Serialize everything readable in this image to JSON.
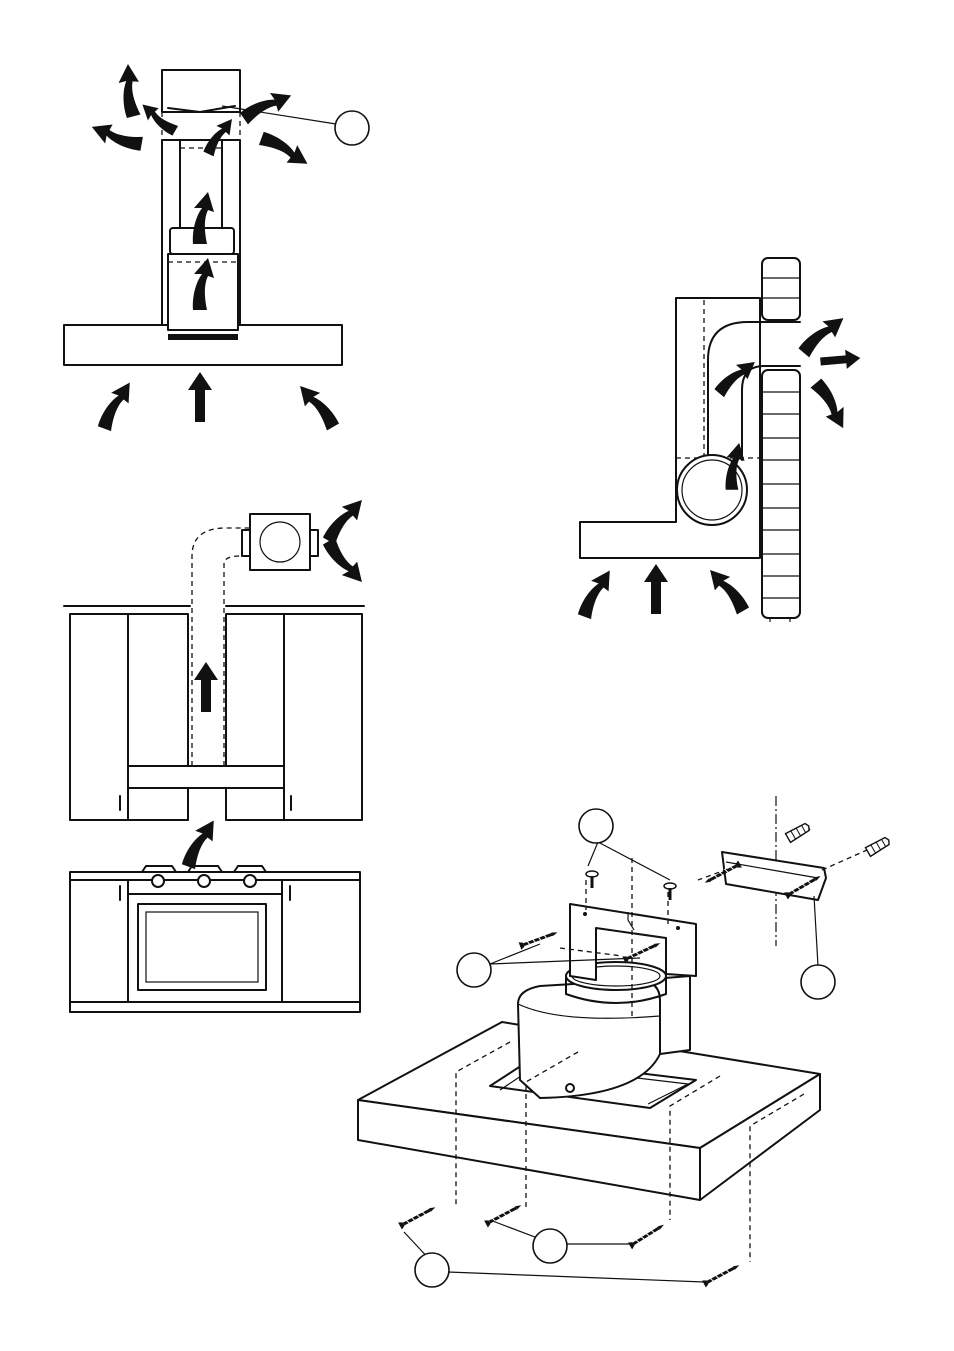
{
  "figures": [
    {
      "id": "chimney-recirculation",
      "description_visible": false
    },
    {
      "id": "wall-extraction",
      "description_visible": false
    },
    {
      "id": "cabinet-ducted-extraction",
      "description_visible": false
    },
    {
      "id": "hood-installation-exploded",
      "description_visible": false
    }
  ],
  "callouts": {
    "count": 6,
    "labels": [
      "",
      "",
      "",
      "",
      "",
      ""
    ]
  },
  "colors": {
    "ink": "#111111",
    "paper": "#ffffff"
  },
  "icons": [
    "airflow-arrow-icon",
    "screw-icon",
    "wall-plug-icon"
  ]
}
